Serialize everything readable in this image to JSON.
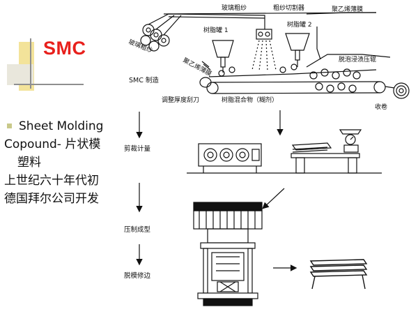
{
  "slide": {
    "title": "SMC",
    "bullet_lines": [
      "Sheet Molding",
      "Copound- 片状模",
      "塑料",
      "上世纪六十年代初",
      "德国拜尔公司开发"
    ]
  },
  "diagram": {
    "labels": {
      "glass_roving_top": "玻璃粗纱",
      "roving_cutter": "粗纱切割器",
      "pe_film_top": "聚乙烯薄膜",
      "glass_roving_left": "玻璃粗纱",
      "resin_tank_1": "树脂罐 1",
      "resin_tank_2": "树脂罐 2",
      "pe_film_left": "聚乙烯薄膜",
      "degas_rollers": "脱泡浸渍压辊",
      "doctor_blade": "调整厚度刮刀",
      "resin_paste": "树脂混合物（糊剂）",
      "wind_up": "收卷"
    },
    "stages": [
      "SMC 制造",
      "剪裁计量",
      "压制成型",
      "脱模修边"
    ]
  },
  "colors": {
    "title_red": "#e8201c",
    "deco_yellow": "#f5e6a0",
    "deco_gray": "#8a8a8a",
    "line": "#111111"
  }
}
